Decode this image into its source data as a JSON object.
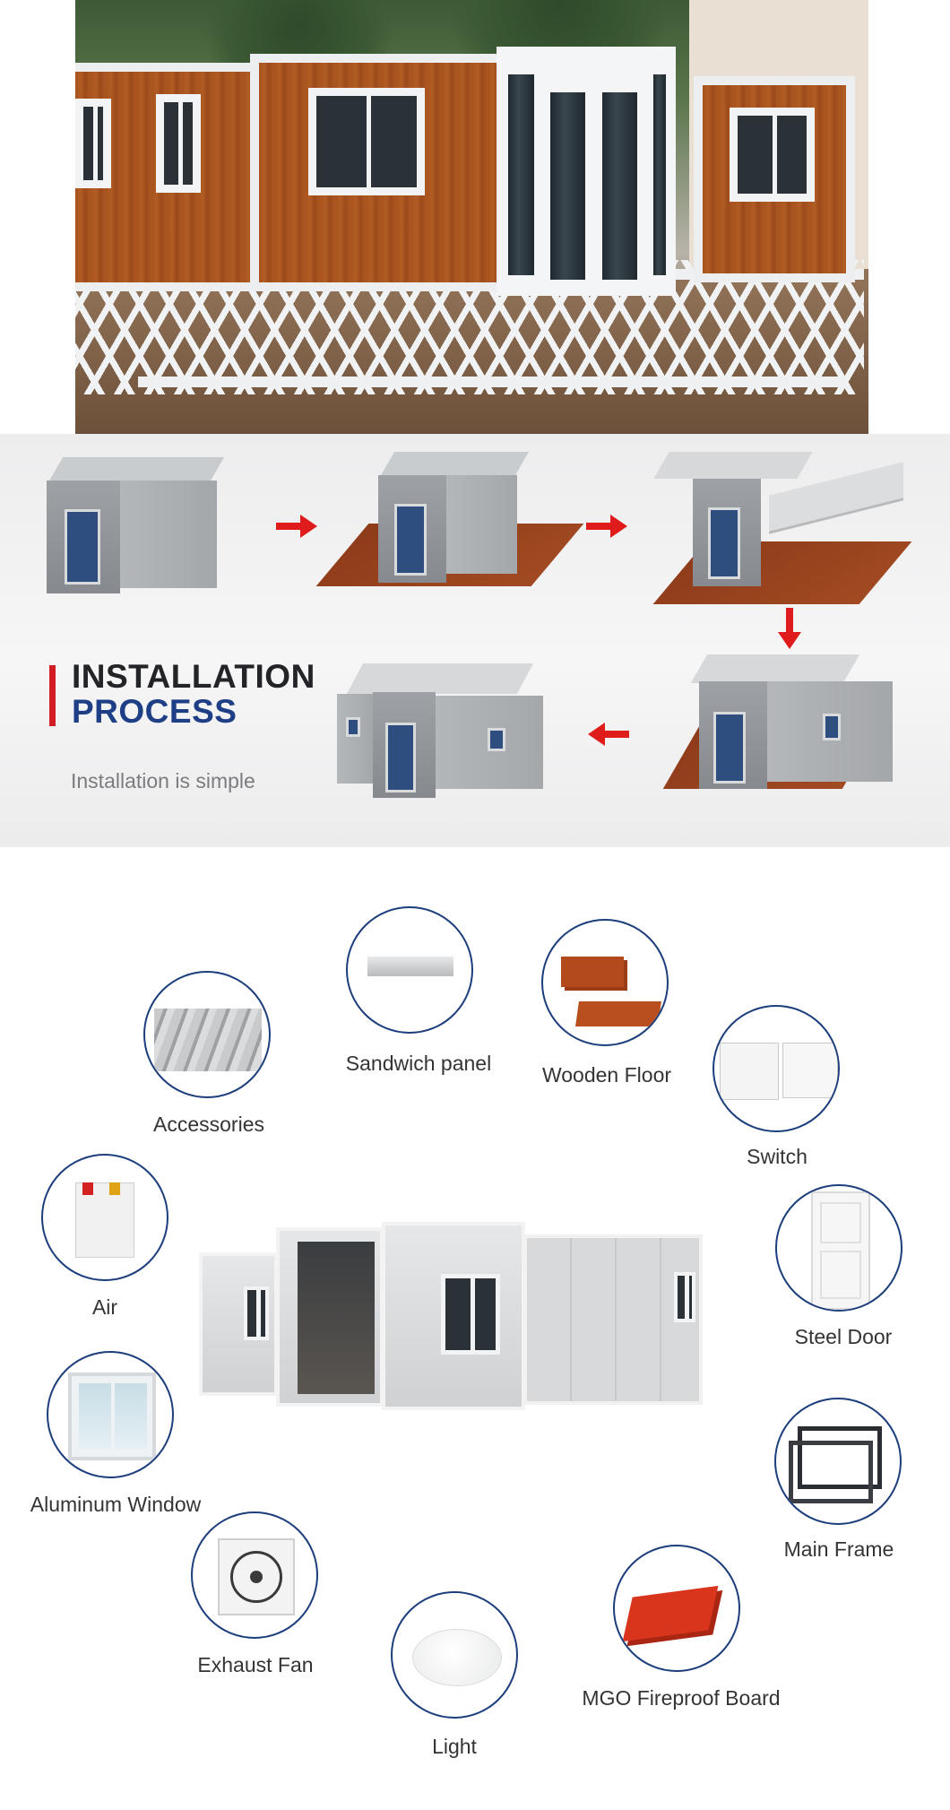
{
  "installation": {
    "title_line1": "INSTALLATION",
    "title_line2": "PROCESS",
    "subtitle": "Installation is simple",
    "accent_color": "#d31d24",
    "title_color": "#1e3f86",
    "arrow_color": "#e01b1b"
  },
  "components": {
    "items": [
      {
        "label": "Sandwich panel"
      },
      {
        "label": "Wooden Floor"
      },
      {
        "label": "Accessories"
      },
      {
        "label": "Switch"
      },
      {
        "label": "Air"
      },
      {
        "label": "Steel Door"
      },
      {
        "label": "Aluminum Window"
      },
      {
        "label": "Main Frame"
      },
      {
        "label": "Exhaust Fan"
      },
      {
        "label": "MGO Fireproof Board"
      },
      {
        "label": "Light"
      }
    ],
    "circle_border_color": "#1d3e7c"
  }
}
